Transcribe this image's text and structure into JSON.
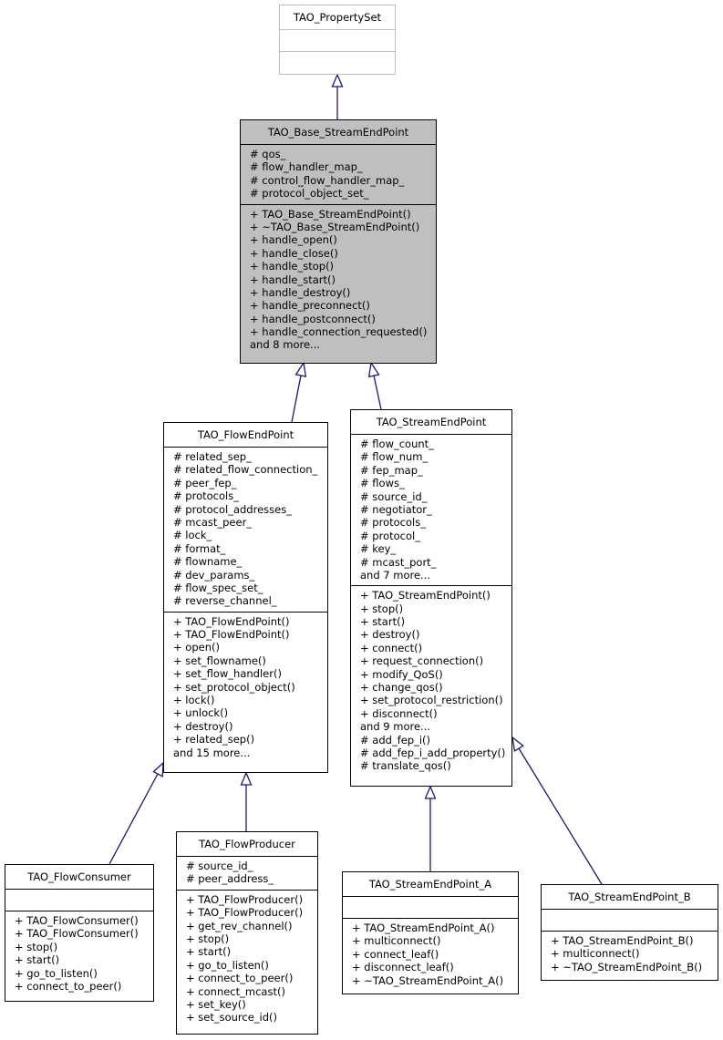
{
  "diagram": {
    "classes": {
      "propertyset": {
        "name": "TAO_PropertySet",
        "attributes": [],
        "methods": []
      },
      "base_sep": {
        "name": "TAO_Base_StreamEndPoint",
        "attributes": [
          "# qos_",
          "# flow_handler_map_",
          "# control_flow_handler_map_",
          "# protocol_object_set_"
        ],
        "methods": [
          "+ TAO_Base_StreamEndPoint()",
          "+ ~TAO_Base_StreamEndPoint()",
          "+ handle_open()",
          "+ handle_close()",
          "+ handle_stop()",
          "+ handle_start()",
          "+ handle_destroy()",
          "+ handle_preconnect()",
          "+ handle_postconnect()",
          "+ handle_connection_requested()",
          "and 8 more..."
        ]
      },
      "flow_endpoint": {
        "name": "TAO_FlowEndPoint",
        "attributes": [
          "# related_sep_",
          "# related_flow_connection_",
          "# peer_fep_",
          "# protocols_",
          "# protocol_addresses_",
          "# mcast_peer_",
          "# lock_",
          "# format_",
          "# flowname_",
          "# dev_params_",
          "# flow_spec_set_",
          "# reverse_channel_"
        ],
        "methods": [
          "+ TAO_FlowEndPoint()",
          "+ TAO_FlowEndPoint()",
          "+ open()",
          "+ set_flowname()",
          "+ set_flow_handler()",
          "+ set_protocol_object()",
          "+ lock()",
          "+ unlock()",
          "+ destroy()",
          "+ related_sep()",
          "and 15 more..."
        ]
      },
      "stream_endpoint": {
        "name": "TAO_StreamEndPoint",
        "attributes": [
          "# flow_count_",
          "# flow_num_",
          "# fep_map_",
          "# flows_",
          "# source_id_",
          "# negotiator_",
          "# protocols_",
          "# protocol_",
          "# key_",
          "# mcast_port_",
          "and 7 more..."
        ],
        "methods": [
          "+ TAO_StreamEndPoint()",
          "+ stop()",
          "+ start()",
          "+ destroy()",
          "+ connect()",
          "+ request_connection()",
          "+ modify_QoS()",
          "+ change_qos()",
          "+ set_protocol_restriction()",
          "+ disconnect()",
          "and 9 more...",
          "# add_fep_i()",
          "# add_fep_i_add_property()",
          "# translate_qos()"
        ]
      },
      "flow_consumer": {
        "name": "TAO_FlowConsumer",
        "attributes": [],
        "methods": [
          "+ TAO_FlowConsumer()",
          "+ TAO_FlowConsumer()",
          "+ stop()",
          "+ start()",
          "+ go_to_listen()",
          "+ connect_to_peer()"
        ]
      },
      "flow_producer": {
        "name": "TAO_FlowProducer",
        "attributes": [
          "# source_id_",
          "# peer_address_"
        ],
        "methods": [
          "+ TAO_FlowProducer()",
          "+ TAO_FlowProducer()",
          "+ get_rev_channel()",
          "+ stop()",
          "+ start()",
          "+ go_to_listen()",
          "+ connect_to_peer()",
          "+ connect_mcast()",
          "+ set_key()",
          "+ set_source_id()"
        ]
      },
      "sep_a": {
        "name": "TAO_StreamEndPoint_A",
        "attributes": [],
        "methods": [
          "+ TAO_StreamEndPoint_A()",
          "+ multiconnect()",
          "+ connect_leaf()",
          "+ disconnect_leaf()",
          "+ ~TAO_StreamEndPoint_A()"
        ]
      },
      "sep_b": {
        "name": "TAO_StreamEndPoint_B",
        "attributes": [],
        "methods": [
          "+ TAO_StreamEndPoint_B()",
          "+ multiconnect()",
          "+ ~TAO_StreamEndPoint_B()"
        ]
      }
    },
    "colors": {
      "edge": "#191970",
      "focus_fill": "#bfbfbf",
      "border": "#000000",
      "muted_border": "#bfbfbf"
    }
  }
}
